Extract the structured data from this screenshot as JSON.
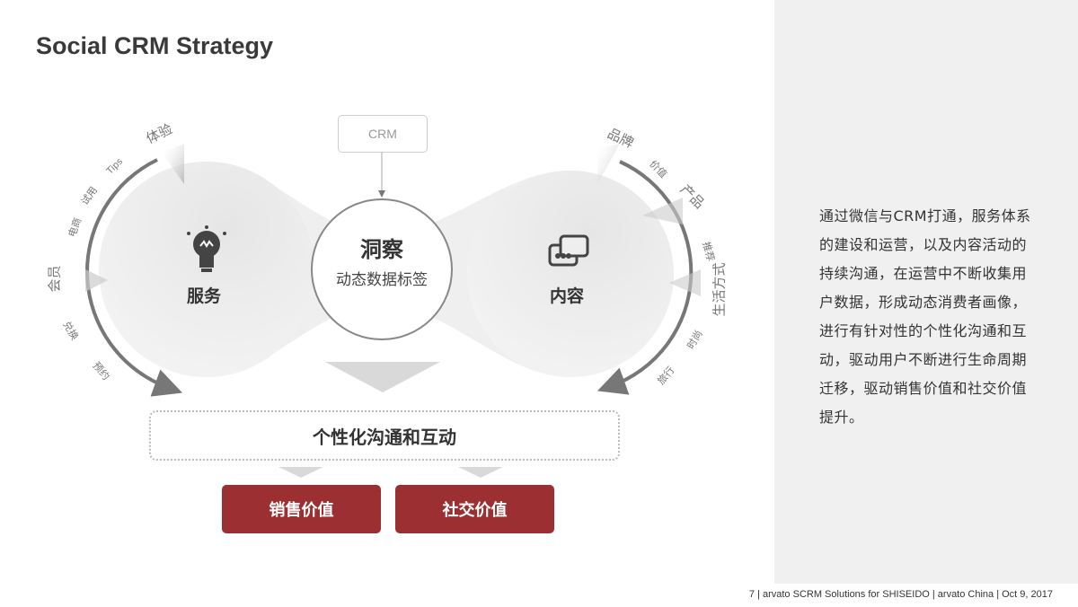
{
  "title": "Social CRM Strategy",
  "crm_label": "CRM",
  "center": {
    "title": "洞察",
    "subtitle": "动态数据标签"
  },
  "left": {
    "label": "服务",
    "icon": "lightbulb-icon",
    "main_tags": [
      "体验",
      "会员"
    ],
    "minor_tags": [
      "Tips",
      "试用",
      "电商",
      "兑换",
      "预约"
    ]
  },
  "right": {
    "label": "内容",
    "icon": "chat-bubbles-icon",
    "main_tags": [
      "品牌",
      "产品",
      "生活方式"
    ],
    "minor_tags": [
      "价值",
      "推荐",
      "时尚",
      "旅行"
    ]
  },
  "interaction": "个性化沟通和互动",
  "outcomes": [
    "销售价值",
    "社交价值"
  ],
  "side_text": "通过微信与CRM打通，服务体系的建设和运营，以及内容活动的持续沟通，在运营中不断收集用户数据，形成动态消费者画像，进行有针对性的个性化沟通和互动，驱动用户不断进行生命周期迁移，驱动销售价值和社交价值提升。",
  "footer": "7 | arvato SCRM Solutions for SHISEIDO  | arvato China | Oct 9, 2017",
  "colors": {
    "accent": "#9b2f31",
    "panel": "#f0f0f0"
  }
}
